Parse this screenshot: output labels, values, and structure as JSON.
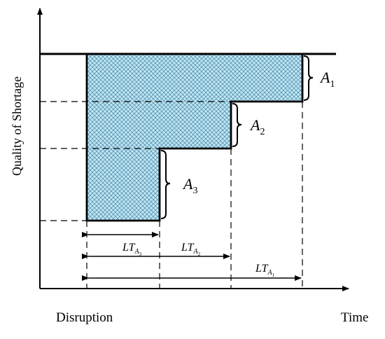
{
  "axes": {
    "y_label": "Quality of Shortage",
    "x_label": "Time",
    "x_origin_label": "Disruption"
  },
  "areas": [
    {
      "main": "A",
      "sub": "1"
    },
    {
      "main": "A",
      "sub": "2"
    },
    {
      "main": "A",
      "sub": "3"
    }
  ],
  "lead_times": [
    {
      "main": "LT",
      "sub_main": "A",
      "sub_sub": "3"
    },
    {
      "main": "LT",
      "sub_main": "A",
      "sub_sub": "2"
    },
    {
      "main": "LT",
      "sub_main": "A",
      "sub_sub": "1"
    }
  ],
  "colors": {
    "fill": "#bfe6f2",
    "hatch": "#4a86a8",
    "line": "#000000"
  }
}
